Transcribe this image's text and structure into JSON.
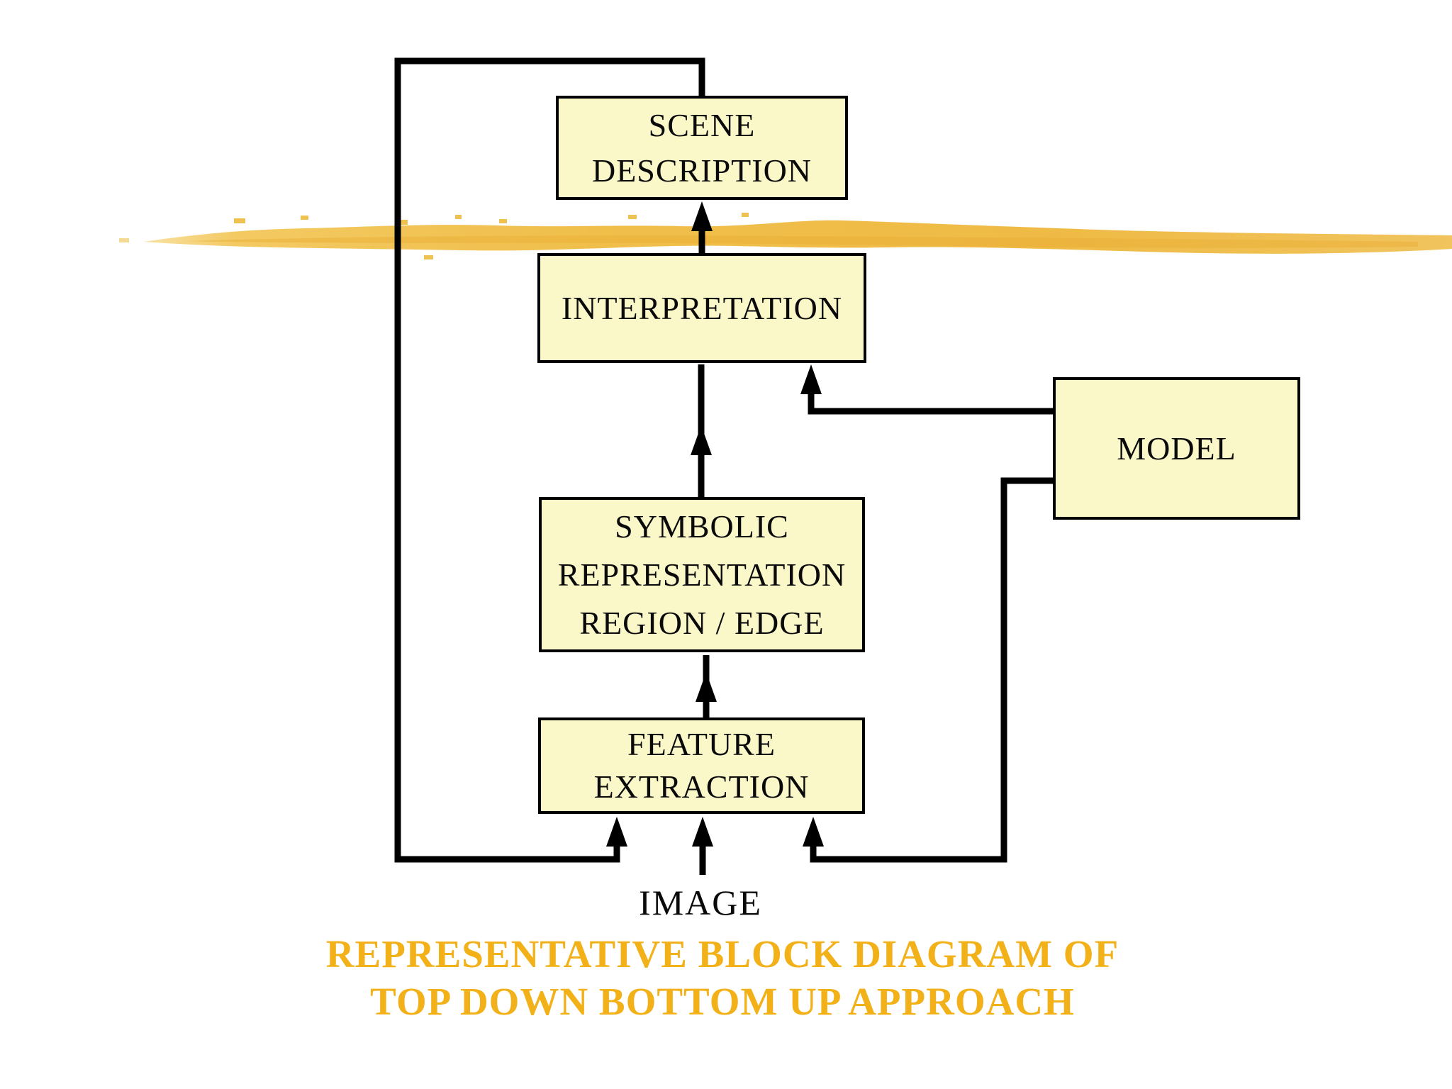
{
  "diagram": {
    "boxes": [
      {
        "id": "scene-description",
        "lines": [
          "SCENE",
          "DESCRIPTION"
        ]
      },
      {
        "id": "interpretation",
        "lines": [
          "INTERPRETATION"
        ]
      },
      {
        "id": "model",
        "lines": [
          "MODEL"
        ]
      },
      {
        "id": "symbolic-representation",
        "lines": [
          "SYMBOLIC",
          "REPRESENTATION",
          "REGION / EDGE"
        ]
      },
      {
        "id": "feature-extraction",
        "lines": [
          "FEATURE",
          "EXTRACTION"
        ]
      }
    ],
    "input_label": "IMAGE",
    "caption": {
      "line1": "REPRESENTATIVE BLOCK DIAGRAM OF",
      "line2": "TOP DOWN BOTTOM UP APPROACH"
    },
    "edges": [
      {
        "from": "IMAGE",
        "to": "FEATURE EXTRACTION",
        "direction": "up"
      },
      {
        "from": "FEATURE EXTRACTION",
        "to": "SYMBOLIC REPRESENTATION REGION / EDGE",
        "direction": "up"
      },
      {
        "from": "SYMBOLIC REPRESENTATION REGION / EDGE",
        "to": "INTERPRETATION",
        "direction": "up"
      },
      {
        "from": "INTERPRETATION",
        "to": "SCENE DESCRIPTION",
        "direction": "up"
      },
      {
        "from": "SCENE DESCRIPTION",
        "to": "FEATURE EXTRACTION",
        "type": "top-down feedback loop (left)"
      },
      {
        "from": "MODEL",
        "to": "INTERPRETATION",
        "type": "model knowledge input"
      },
      {
        "from": "MODEL",
        "to": "FEATURE EXTRACTION",
        "type": "model feedback (right rail)"
      }
    ],
    "colors": {
      "background": "#ffffff",
      "box_fill": "#faf7c9",
      "box_border": "#000000",
      "connector": "#000000",
      "caption_text": "#f2b118",
      "brush_stroke_gold": "#efbc43",
      "brush_stroke_light": "#f6d379"
    }
  }
}
